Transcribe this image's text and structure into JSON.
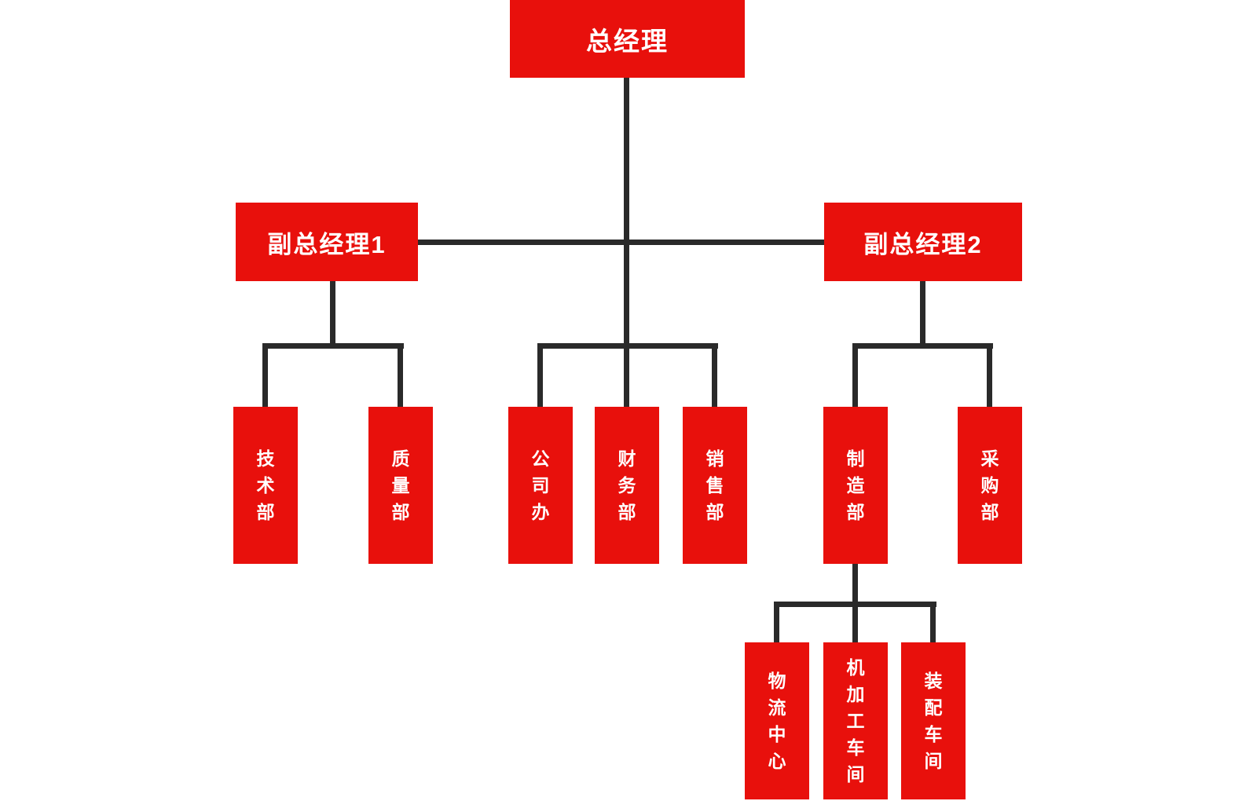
{
  "diagram": {
    "type": "org-chart",
    "colors": {
      "background": "#ffffff",
      "node_fill": "#e8100c",
      "node_text": "#ffffff",
      "connector": "#2a2a2a"
    },
    "nodes": {
      "gm": {
        "label": "总经理"
      },
      "vgm1": {
        "label": "副总经理1"
      },
      "vgm2": {
        "label": "副总经理2"
      },
      "tech": {
        "label": "技术部"
      },
      "quality": {
        "label": "质量部"
      },
      "office": {
        "label": "公司办"
      },
      "finance": {
        "label": "财务部"
      },
      "sales": {
        "label": "销售部"
      },
      "mfg": {
        "label": "制造部"
      },
      "purchase": {
        "label": "采购部"
      },
      "logistics": {
        "label": "物流中心"
      },
      "machining": {
        "label": "机加工车间"
      },
      "assembly": {
        "label": "装配车间"
      }
    },
    "edges": [
      {
        "from": "gm",
        "to": "vgm1"
      },
      {
        "from": "gm",
        "to": "vgm2"
      },
      {
        "from": "gm",
        "to": "office"
      },
      {
        "from": "gm",
        "to": "finance"
      },
      {
        "from": "gm",
        "to": "sales"
      },
      {
        "from": "vgm1",
        "to": "tech"
      },
      {
        "from": "vgm1",
        "to": "quality"
      },
      {
        "from": "vgm2",
        "to": "mfg"
      },
      {
        "from": "vgm2",
        "to": "purchase"
      },
      {
        "from": "mfg",
        "to": "logistics"
      },
      {
        "from": "mfg",
        "to": "machining"
      },
      {
        "from": "mfg",
        "to": "assembly"
      }
    ]
  }
}
